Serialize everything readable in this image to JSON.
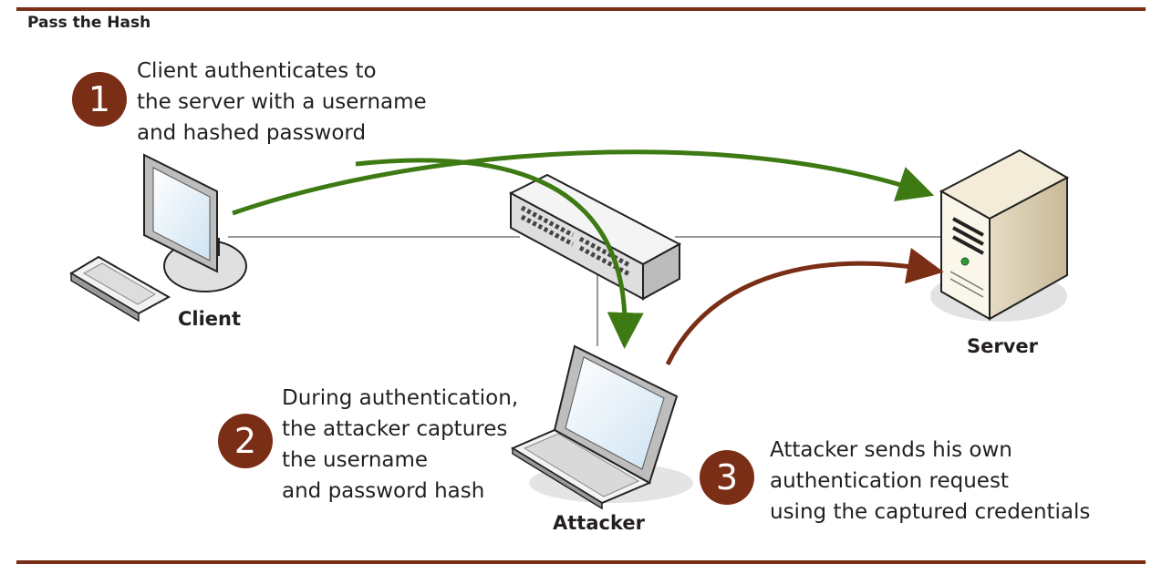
{
  "title": "Pass the Hash",
  "steps": [
    {
      "number": "1",
      "lines": [
        "Client authenticates to",
        "the server with a username",
        "and hashed password"
      ]
    },
    {
      "number": "2",
      "lines": [
        "During authentication,",
        "the attacker captures",
        "the username",
        "and password hash"
      ]
    },
    {
      "number": "3",
      "lines": [
        "Attacker sends his own",
        "authentication request",
        "using the captured credentials"
      ]
    }
  ],
  "nodes": {
    "client": "Client",
    "server": "Server",
    "attacker": "Attacker"
  },
  "colors": {
    "accent": "#7a2e16",
    "client_flow": "#3e7a14",
    "attacker_flow": "#7a2e16"
  }
}
